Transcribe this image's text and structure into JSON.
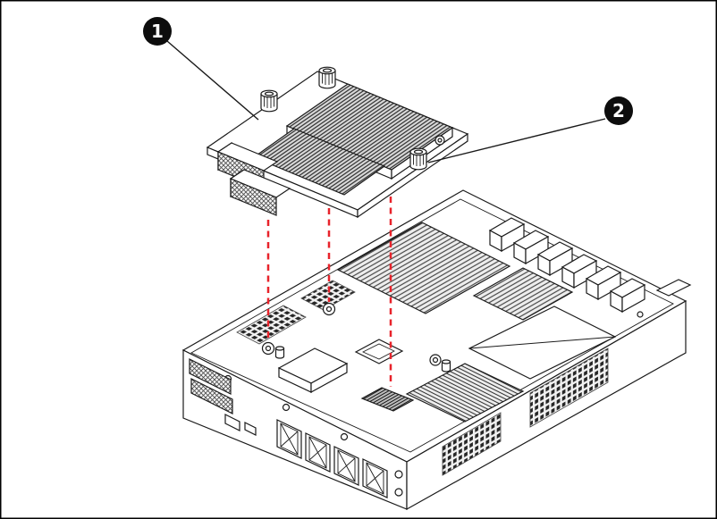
{
  "figure": {
    "type": "hardware-installation-diagram",
    "colors": {
      "background": "#ffffff",
      "line": "#1a1a1a",
      "callout_bg": "#0d0d0d",
      "callout_text": "#ffffff",
      "alignment_guide": "#e8232b"
    },
    "callouts": [
      {
        "label": "1"
      },
      {
        "label": "2"
      }
    ],
    "alignment_guides": {
      "count": 3,
      "style": "dashed"
    }
  }
}
